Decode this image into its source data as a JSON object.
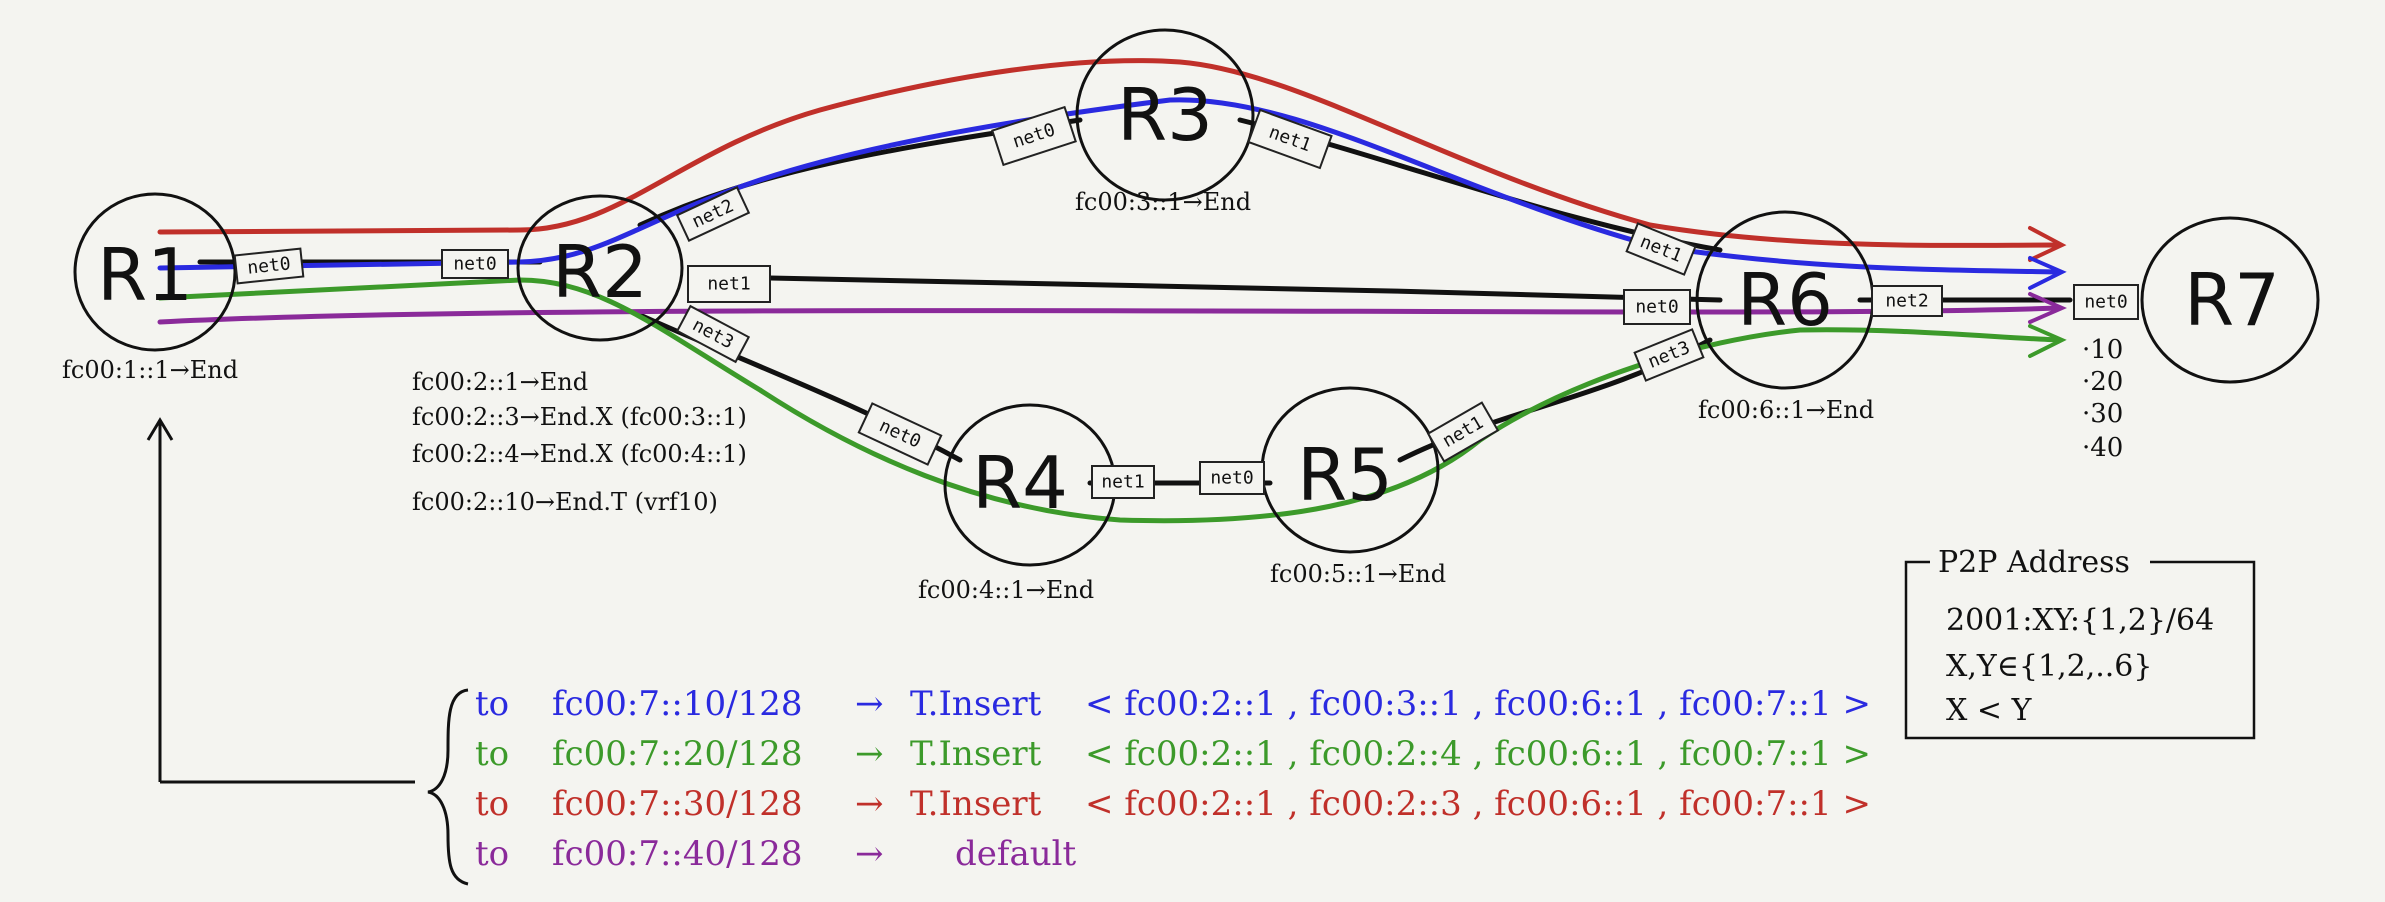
{
  "routers": [
    {
      "id": "R1",
      "label": "R1",
      "address": "fc00:1::1→End"
    },
    {
      "id": "R2",
      "label": "R2"
    },
    {
      "id": "R3",
      "label": "R3",
      "address": "fc00:3::1→End"
    },
    {
      "id": "R4",
      "label": "R4",
      "address": "fc00:4::1→End"
    },
    {
      "id": "R5",
      "label": "R5",
      "address": "fc00:5::1→End"
    },
    {
      "id": "R6",
      "label": "R6",
      "address": "fc00:6::1→End"
    },
    {
      "id": "R7",
      "label": "R7"
    }
  ],
  "r2_sids": [
    "fc00:2::1→End",
    "fc00:2::3→End.X (fc00:3::1)",
    "fc00:2::4→End.X (fc00:4::1)",
    "fc00:2::10→End.T (vrf10)"
  ],
  "interfaces": {
    "r1_net0": "net0",
    "r2_net0": "net0",
    "r2_net1": "net1",
    "r2_net2": "net2",
    "r2_net3": "net3",
    "r3_net0": "net0",
    "r3_net1": "net1",
    "r4_net0": "net0",
    "r4_net1": "net1",
    "r5_net0": "net0",
    "r5_net1": "net1",
    "r6_net0": "net0",
    "r6_net1": "net1",
    "r6_net2": "net2",
    "r6_net3": "net3",
    "r7_net0": "net0"
  },
  "r7_hosts": [
    "·10",
    "·20",
    "·30",
    "·40"
  ],
  "p2p": {
    "title": "P2P Address",
    "line1": "2001:XY:{1,2}/64",
    "line2": "X,Y∈{1,2,..6}",
    "line3": "X < Y"
  },
  "rules": [
    {
      "to": "to",
      "prefix": "fc00:7::10/128",
      "arrow": "→",
      "action": "T.Insert",
      "segments": "< fc00:2::1 , fc00:3::1 , fc00:6::1 , fc00:7::1 >",
      "color": "#2a2ae0"
    },
    {
      "to": "to",
      "prefix": "fc00:7::20/128",
      "arrow": "→",
      "action": "T.Insert",
      "segments": "< fc00:2::1 , fc00:2::4 , fc00:6::1 , fc00:7::1 >",
      "color": "#3c9a2a"
    },
    {
      "to": "to",
      "prefix": "fc00:7::30/128",
      "arrow": "→",
      "action": "T.Insert",
      "segments": "< fc00:2::1 , fc00:2::3 , fc00:6::1 , fc00:7::1 >",
      "color": "#c0302a"
    },
    {
      "to": "to",
      "prefix": "fc00:7::40/128",
      "arrow": "→",
      "action": "default",
      "segments": "",
      "color": "#8a2a9a"
    }
  ],
  "colors": {
    "blue": "#2a2ae0",
    "green": "#3c9a2a",
    "red": "#c0302a",
    "purple": "#8a2a9a",
    "ink": "#111111",
    "background": "#f4f4f0"
  }
}
